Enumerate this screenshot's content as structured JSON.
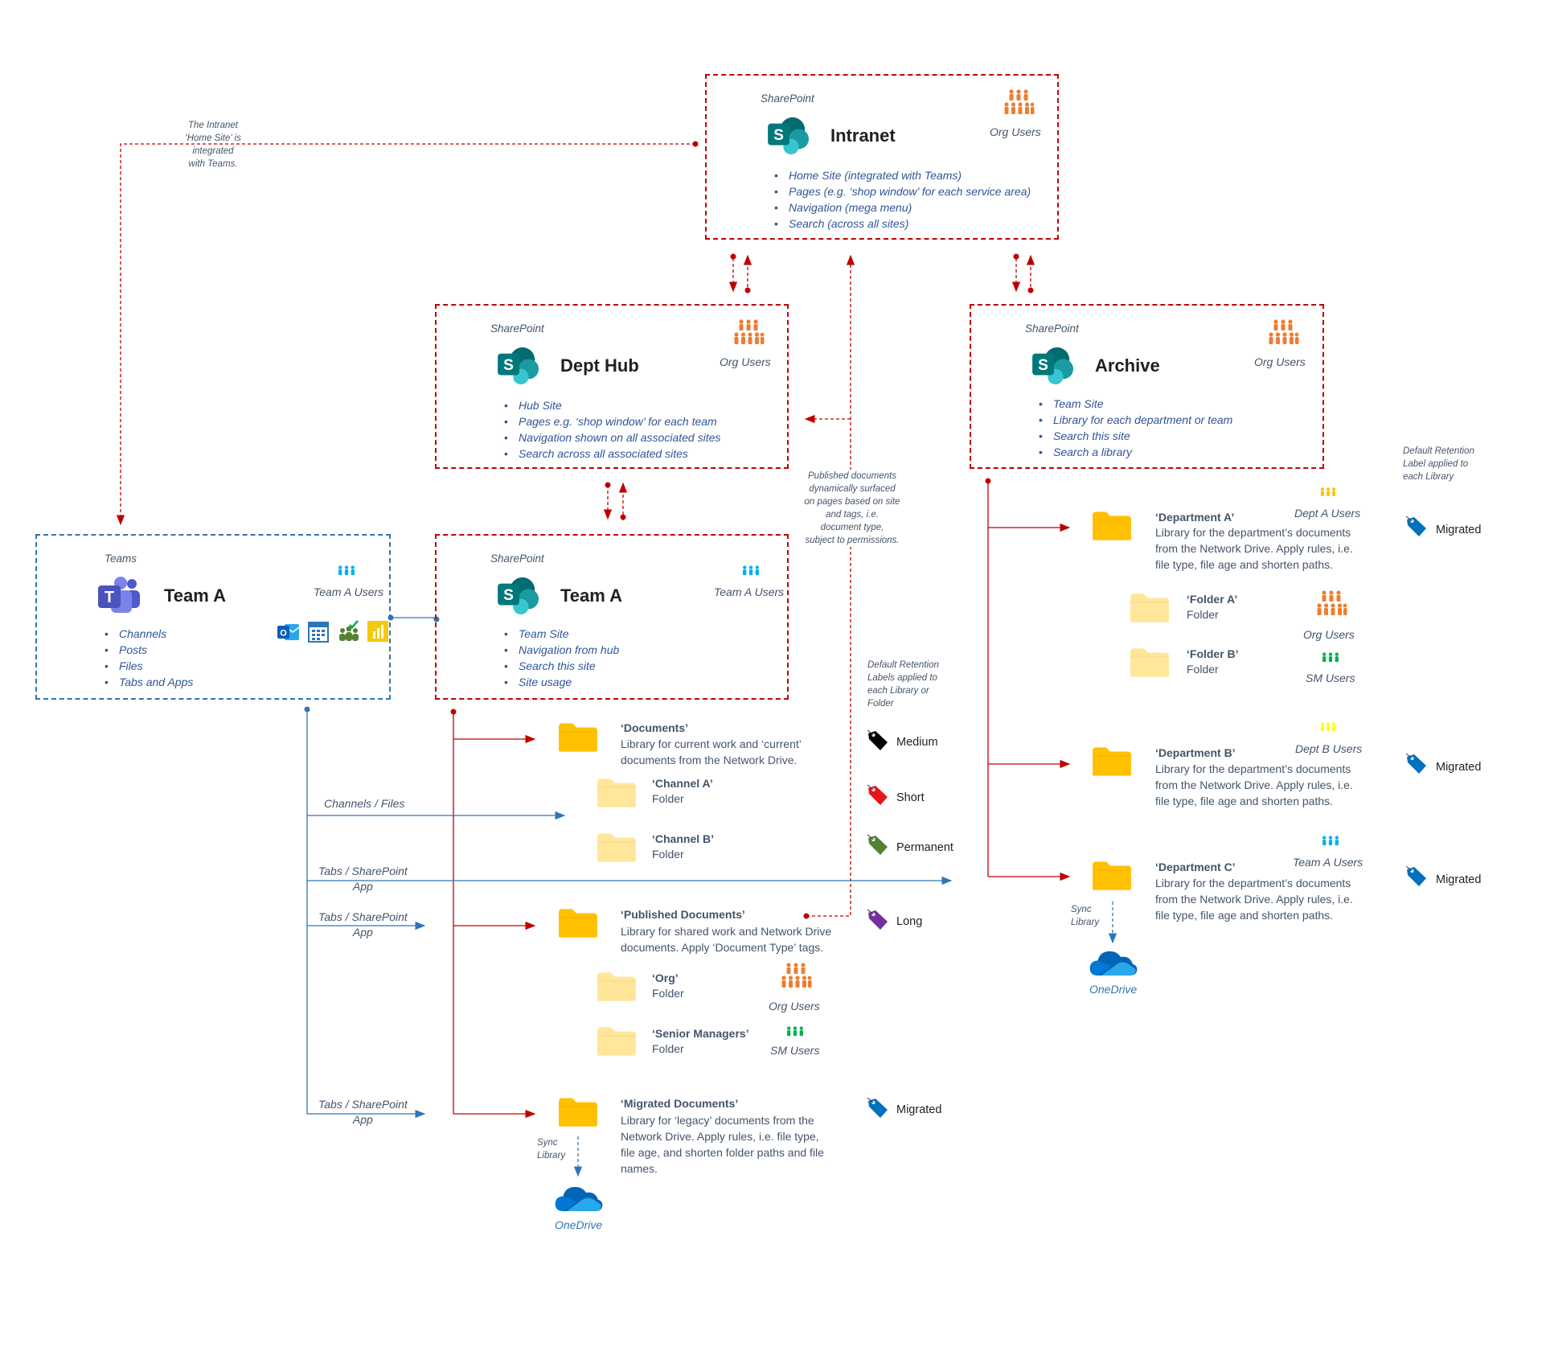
{
  "intranet_note": [
    "The Intranet",
    "‘Home Site’ is",
    "integrated",
    "with Teams."
  ],
  "intranet": {
    "platform": "SharePoint",
    "title": "Intranet",
    "users": "Org Users",
    "bullets": [
      "Home Site (integrated with Teams)",
      "Pages (e.g. ‘shop window’ for each service area)",
      "Navigation (mega menu)",
      "Search (across all sites)"
    ]
  },
  "dept_hub": {
    "platform": "SharePoint",
    "title": "Dept Hub",
    "users": "Org Users",
    "bullets": [
      "Hub Site",
      "Pages e.g. ‘shop window’ for each team",
      "Navigation shown on all associated sites",
      "Search across all associated sites"
    ]
  },
  "archive": {
    "platform": "SharePoint",
    "title": "Archive",
    "users": "Org Users",
    "bullets": [
      "Team Site",
      "Library for each department or team",
      "Search this site",
      "Search a library"
    ]
  },
  "teams_box": {
    "platform": "Teams",
    "title": "Team A",
    "users": "Team A Users",
    "bullets": [
      "Channels",
      "Posts",
      "Files",
      "Tabs and Apps"
    ],
    "app_icons": [
      "outlook-icon",
      "calendar-icon",
      "planner-icon",
      "powerbi-icon"
    ]
  },
  "sp_team": {
    "platform": "SharePoint",
    "title": "Team A",
    "users": "Team A Users",
    "bullets": [
      "Team Site",
      "Navigation from hub",
      "Search this site",
      "Site usage"
    ]
  },
  "published_note": [
    "Published documents",
    "dynamically surfaced",
    "on pages based on site",
    "and tags, i.e.",
    "document type,",
    "subject to permissions."
  ],
  "retention_note_center": [
    "Default Retention",
    "Labels applied to",
    "each Library or",
    "Folder"
  ],
  "retention_note_right": [
    "Default Retention",
    "Label applied to",
    "each Library"
  ],
  "line_labels": {
    "channels_files": "Channels / Files",
    "tabs_sp_app": [
      "Tabs / SharePoint",
      "App"
    ]
  },
  "libraries": {
    "documents": {
      "title": "‘Documents’",
      "desc": [
        "Library for current work and ‘current’",
        "documents from the Network Drive."
      ],
      "folders": [
        {
          "title": "‘Channel A’",
          "sub": "Folder"
        },
        {
          "title": "‘Channel B’",
          "sub": "Folder"
        }
      ]
    },
    "published": {
      "title": "‘Published Documents’",
      "desc": [
        "Library for shared work and Network Drive",
        "documents. Apply ‘Document Type’ tags."
      ],
      "folders": [
        {
          "title": "‘Org’",
          "sub": "Folder",
          "users": "Org Users"
        },
        {
          "title": "‘Senior Managers’",
          "sub": "Folder",
          "users": "SM Users"
        }
      ]
    },
    "migrated": {
      "title": "‘Migrated Documents’",
      "desc": [
        "Library for ‘legacy’ documents from the",
        "Network Drive. Apply rules, i.e. file type,",
        "file age, and shorten folder paths and file",
        "names."
      ],
      "sync": [
        "Sync",
        "Library"
      ],
      "onedrive": "OneDrive"
    },
    "dept_a": {
      "title": "‘Department A’",
      "users": "Dept A Users",
      "desc": [
        "Library for the department’s documents",
        "from the Network Drive. Apply rules, i.e.",
        "file type, file age and shorten paths."
      ],
      "folders": [
        {
          "title": "‘Folder A’",
          "sub": "Folder",
          "users": "Org Users"
        },
        {
          "title": "‘Folder B’",
          "sub": "Folder",
          "users": "SM Users"
        }
      ]
    },
    "dept_b": {
      "title": "‘Department B’",
      "users": "Dept B Users",
      "desc": [
        "Library for the department’s documents",
        "from the Network Drive. Apply rules, i.e.",
        "file type, file age and shorten paths."
      ]
    },
    "dept_c": {
      "title": "‘Department C’",
      "users": "Team A Users",
      "desc": [
        "Library for the department’s documents",
        "from the Network Drive. Apply rules, i.e.",
        "file type, file age and shorten paths."
      ],
      "sync": [
        "Sync",
        "Library"
      ],
      "onedrive": "OneDrive"
    }
  },
  "retention_tags": {
    "medium": {
      "label": "Medium",
      "color": "#000000"
    },
    "short": {
      "label": "Short",
      "color": "#e8151b"
    },
    "permanent": {
      "label": "Permanent",
      "color": "#548235"
    },
    "long": {
      "label": "Long",
      "color": "#7030a0"
    },
    "migrated": {
      "label": "Migrated",
      "color": "#0070c0"
    }
  },
  "colors": {
    "sharepoint_border": "#c00000",
    "teams_border": "#2e75b6",
    "folder_primary": "#ffc000",
    "folder_light": "#ffe699",
    "org_users_icon": "#ed7d31",
    "team_users_icon": "#00b0f0",
    "sm_users_icon": "#00b050",
    "dept_a_users_icon": "#ffc000",
    "dept_b_users_icon": "#ffff00"
  }
}
